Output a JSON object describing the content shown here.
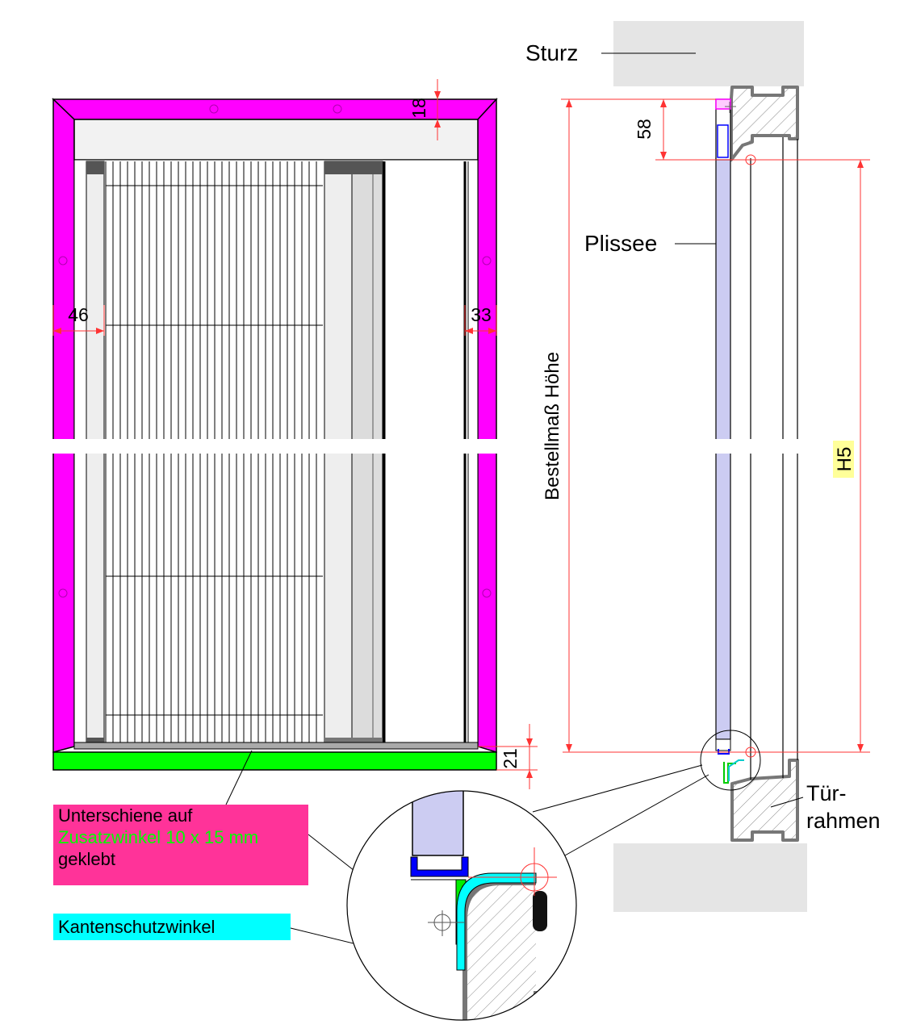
{
  "labels": {
    "sturz": "Sturz",
    "plissee": "Plissee",
    "tuerrahmen_line1": "Tür-",
    "tuerrahmen_line2": "rahmen",
    "bestellmass_hoehe": "Bestellmaß Höhe",
    "h5": "H5"
  },
  "dimensions": {
    "top_profile": "18",
    "left_profile": "46",
    "right_profile": "33",
    "bottom_rail": "21",
    "header_height": "58"
  },
  "callouts": {
    "unterschiene": {
      "line1": "Unterschiene auf",
      "line2": "Zusatzwinkel 10 x 15 mm",
      "line3": "geklebt"
    },
    "kantenschutz": "Kantenschutzwinkel"
  },
  "colors": {
    "frame_magenta": "#ff00ff",
    "bottom_angle_green": "#00ff00",
    "callout_pink": "#ff3399",
    "callout_cyan": "#00ffff",
    "plissee_fabric": "#ccccf2",
    "dimension_red": "#ff3333",
    "h5_highlight": "#ffff99",
    "wall_grey": "#e5e5e5",
    "rail_blue": "#0000ff"
  }
}
